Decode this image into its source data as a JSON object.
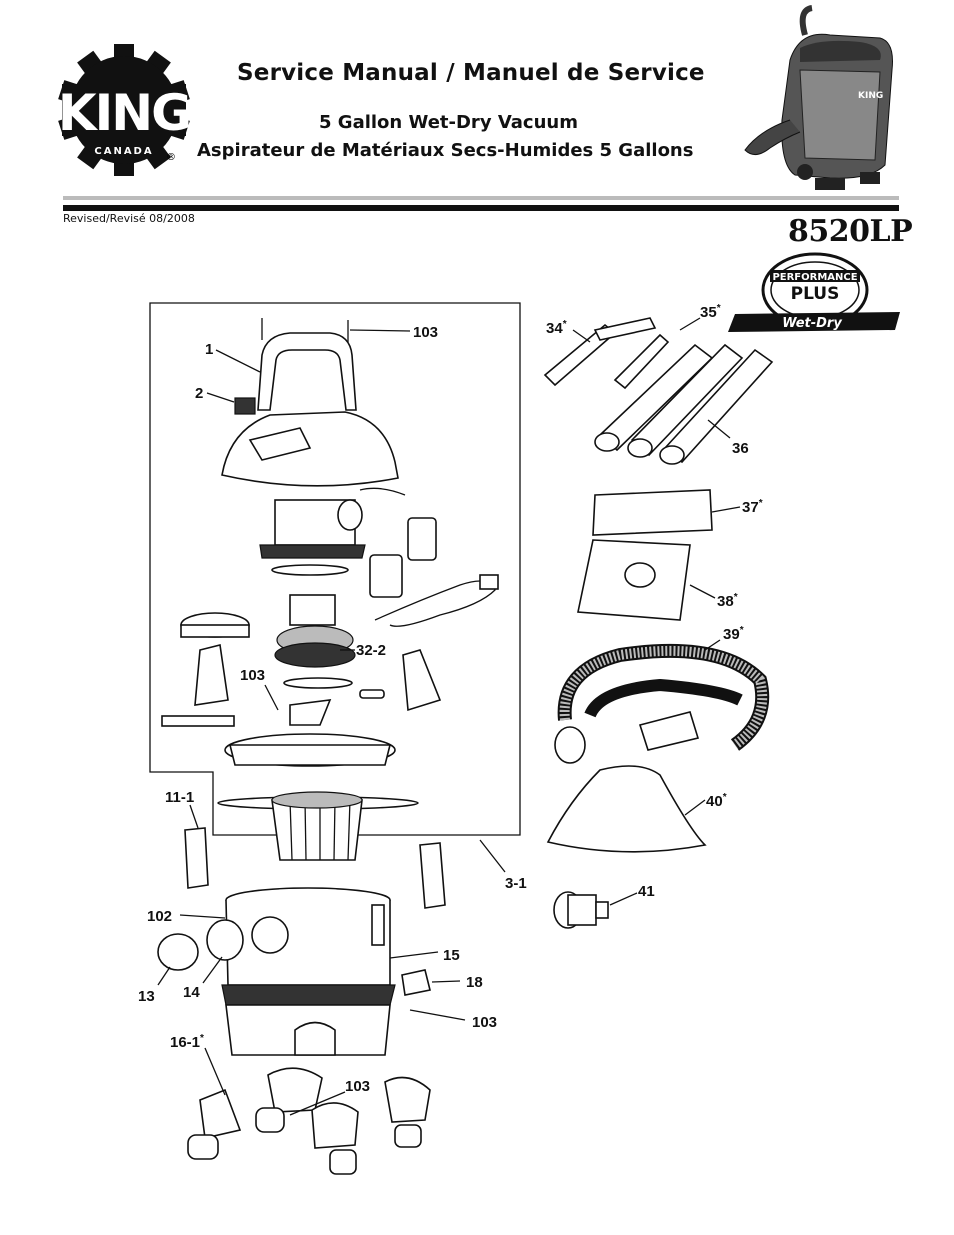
{
  "header": {
    "brand": "KING",
    "brand_sub": "CANADA",
    "registered": "®",
    "title": "Service Manual / Manuel de Service",
    "subtitle_en": "5 Gallon Wet-Dry Vacuum",
    "subtitle_fr": "Aspirateur de Matériaux Secs-Humides 5 Gallons"
  },
  "revision": "Revised/Revisé 08/2008",
  "model": "8520LP",
  "badge": {
    "line1": "PERFORMANCE",
    "line2": "PLUS",
    "line3": "Wet-Dry"
  },
  "parts": [
    {
      "id": "p1",
      "label": "1"
    },
    {
      "id": "p2",
      "label": "2"
    },
    {
      "id": "p103a",
      "label": "103"
    },
    {
      "id": "p32",
      "label": "32-2"
    },
    {
      "id": "p103b",
      "label": "103"
    },
    {
      "id": "p11",
      "label": "11-1"
    },
    {
      "id": "p3",
      "label": "3-1"
    },
    {
      "id": "p102",
      "label": "102"
    },
    {
      "id": "p15",
      "label": "15"
    },
    {
      "id": "p18",
      "label": "18"
    },
    {
      "id": "p13",
      "label": "13"
    },
    {
      "id": "p14",
      "label": "14"
    },
    {
      "id": "p103c",
      "label": "103"
    },
    {
      "id": "p16",
      "label": "16-1",
      "sup": "*"
    },
    {
      "id": "p103d",
      "label": "103"
    },
    {
      "id": "p34",
      "label": "34",
      "sup": "*"
    },
    {
      "id": "p35",
      "label": "35",
      "sup": "*"
    },
    {
      "id": "p36",
      "label": "36"
    },
    {
      "id": "p37",
      "label": "37",
      "sup": "*"
    },
    {
      "id": "p38",
      "label": "38",
      "sup": "*"
    },
    {
      "id": "p39",
      "label": "39",
      "sup": "*"
    },
    {
      "id": "p40",
      "label": "40",
      "sup": "*"
    },
    {
      "id": "p41",
      "label": "41"
    }
  ]
}
